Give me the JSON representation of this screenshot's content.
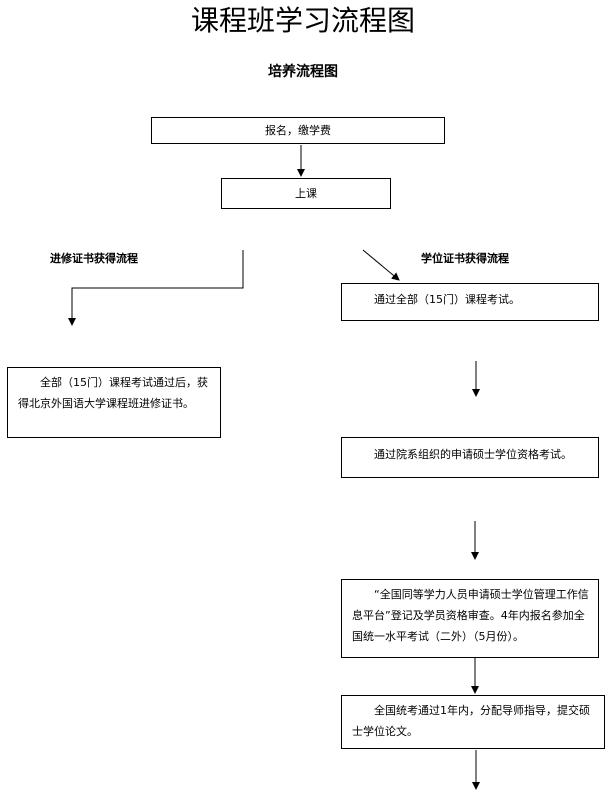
{
  "title": "课程班学习流程图",
  "subtitle": "培养流程图",
  "steps": {
    "register": "报名，缴学费",
    "attend": "上课"
  },
  "branches": {
    "left_label": "进修证书获得流程",
    "right_label": "学位证书获得流程"
  },
  "left_flow": {
    "certificate": "全部（15门）课程考试通过后，获得北京外国语大学课程班进修证书。"
  },
  "right_flow": {
    "step1": "通过全部（15门）课程考试。",
    "step2": "通过院系组织的申请硕士学位资格考试。",
    "step3": "“全国同等学力人员申请硕士学位管理工作信息平台”登记及学员资格审查。4年内报名参加全国统一水平考试（二外）（5月份）。",
    "step4": "全国统考通过1年内，分配导师指导，提交硕士学位论文。"
  }
}
